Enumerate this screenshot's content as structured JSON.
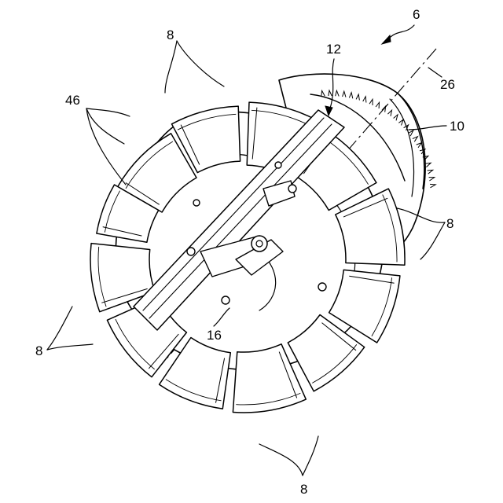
{
  "figure": {
    "labels": {
      "assembly": "6",
      "gear": "12",
      "axis": "26",
      "drum": "10",
      "blade_set": "46",
      "hub": "16",
      "segment": "8"
    }
  },
  "colors": {
    "ink": "#000000",
    "paper": "#ffffff"
  }
}
